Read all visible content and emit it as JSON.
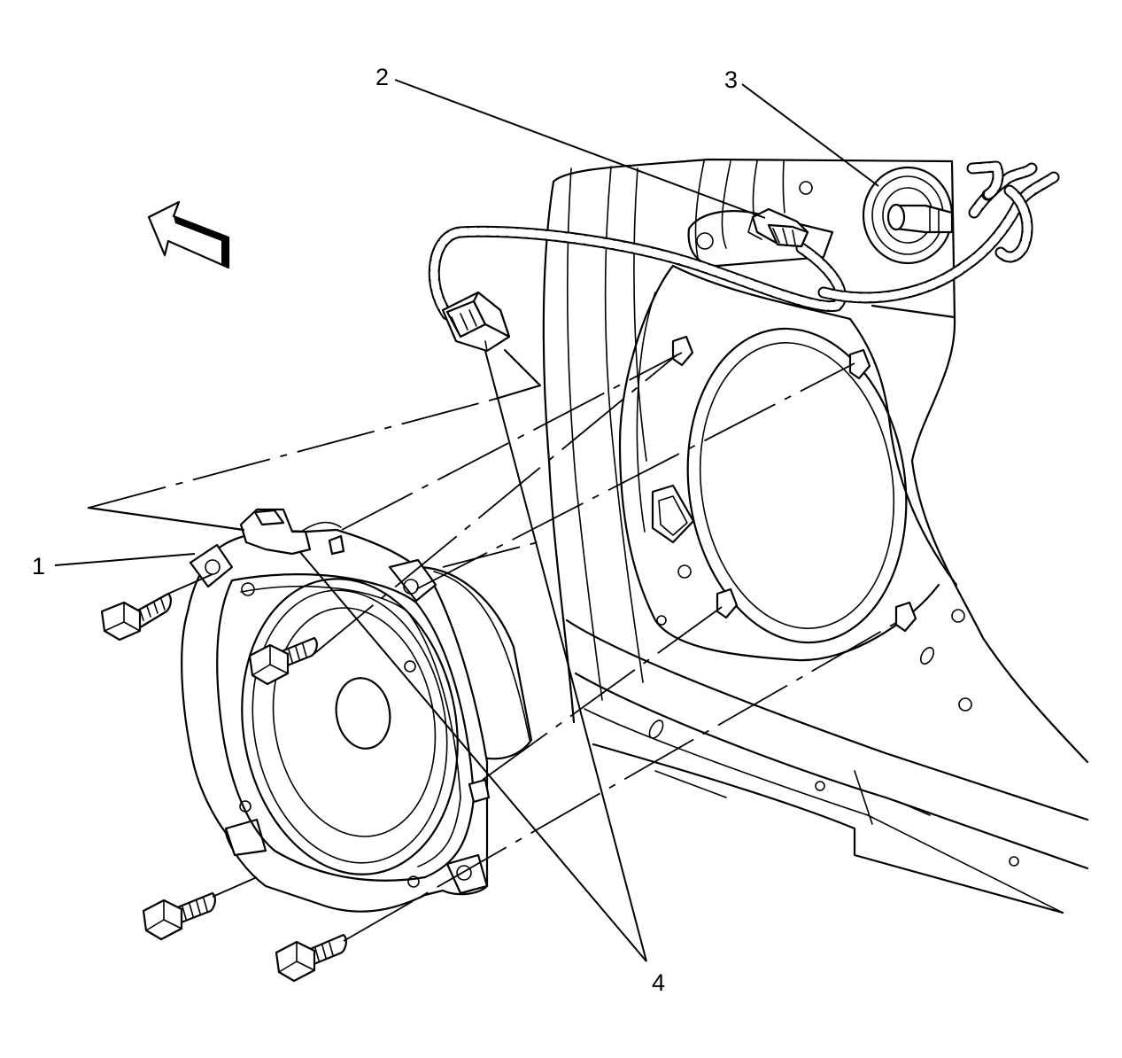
{
  "callouts": [
    {
      "id": "1",
      "label": "1"
    },
    {
      "id": "2",
      "label": "2"
    },
    {
      "id": "3",
      "label": "3"
    },
    {
      "id": "4",
      "label": "4"
    }
  ],
  "icons": {
    "direction_arrow": "forward-arrow-icon",
    "speaker": "speaker-icon",
    "bolt": "bolt-icon",
    "connector": "connector-icon",
    "grommet": "grommet-icon"
  },
  "colors": {
    "line": "#000000",
    "background": "#ffffff"
  }
}
